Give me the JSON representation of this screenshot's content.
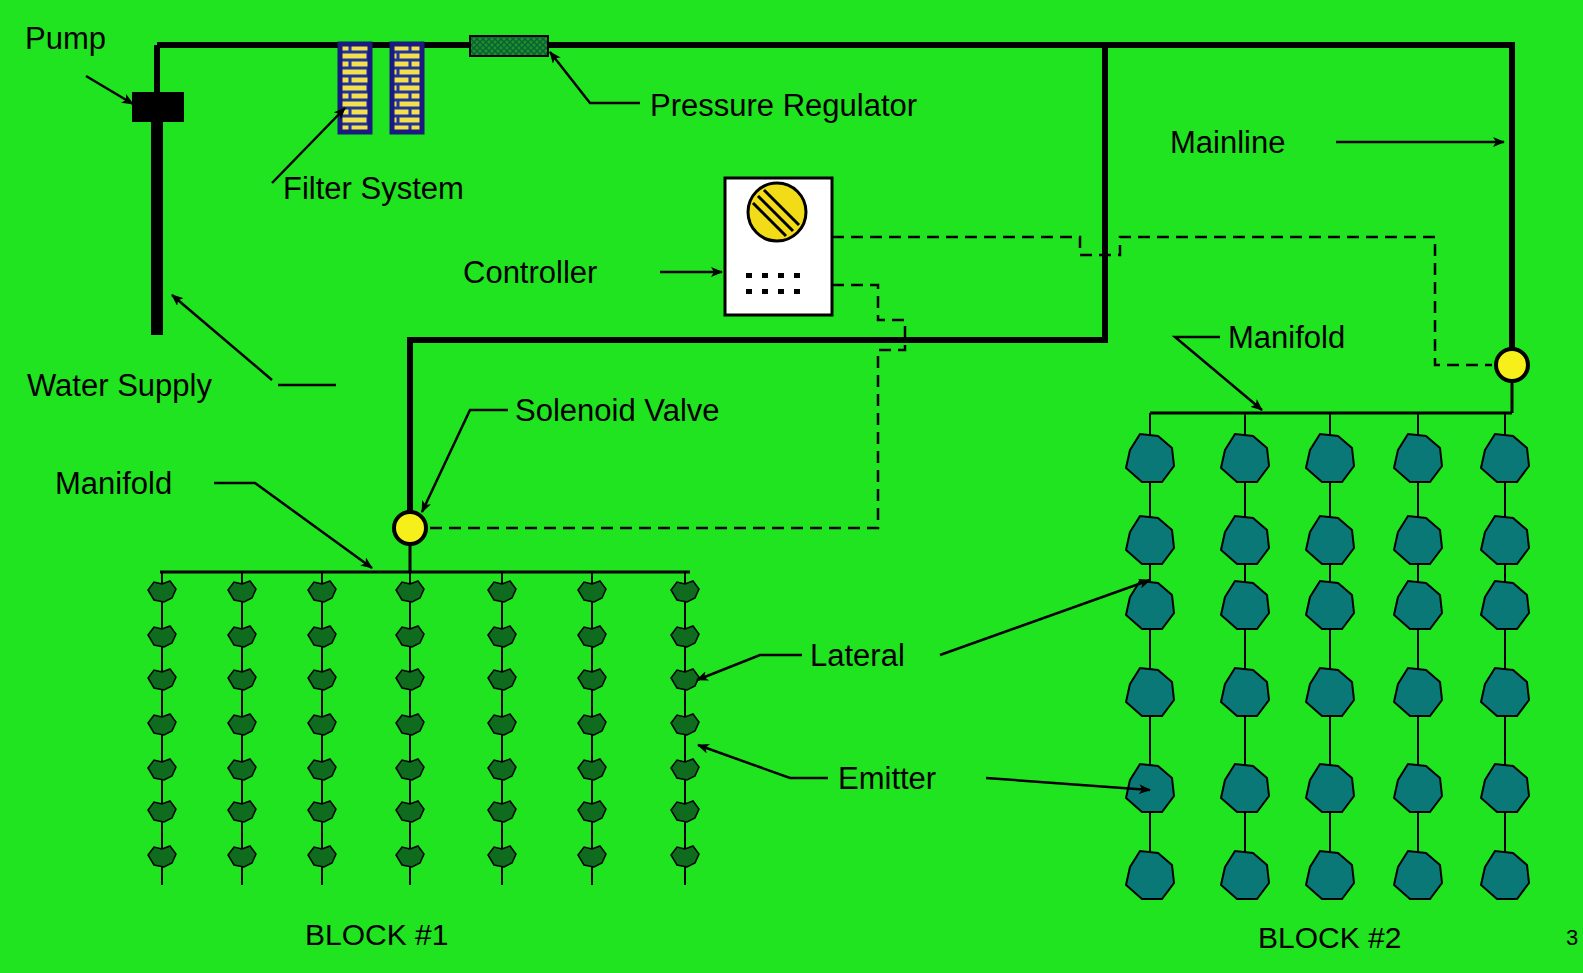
{
  "diagram": {
    "labels": [
      "Pump",
      "Pressure Regulator",
      "Filter System",
      "Mainline",
      "Controller",
      "Manifold",
      "Water Supply",
      "Solenoid Valve",
      "Manifold",
      "Lateral",
      "Emitter",
      "BLOCK #1",
      "BLOCK #2",
      "3"
    ]
  }
}
